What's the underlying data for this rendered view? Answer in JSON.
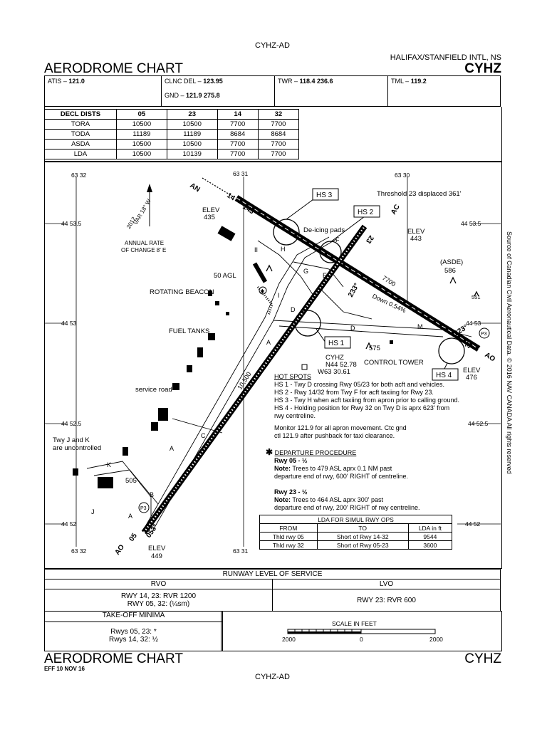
{
  "header": {
    "top_id": "CYHZ-AD",
    "airport_name": "HALIFAX/STANFIELD INTL, NS",
    "chart_title": "AERODROME CHART",
    "icao": "CYHZ"
  },
  "frequencies": {
    "atis_label": "ATIS –",
    "atis": "121.0",
    "clnc_label": "CLNC DEL –",
    "clnc": "123.95",
    "gnd_label": "GND –",
    "gnd": "121.9  275.8",
    "twr_label": "TWR –",
    "twr": "118.4  236.6",
    "tml_label": "TML –",
    "tml": "119.2"
  },
  "declared_distances": {
    "header": [
      "DECL DISTS",
      "05",
      "23",
      "14",
      "32"
    ],
    "rows": [
      [
        "TORA",
        "10500",
        "10500",
        "7700",
        "7700"
      ],
      [
        "TODA",
        "11189",
        "11189",
        "8684",
        "8684"
      ],
      [
        "ASDA",
        "10500",
        "10500",
        "7700",
        "7700"
      ],
      [
        "LDA",
        "10500",
        "10139",
        "7700",
        "7700"
      ]
    ]
  },
  "map": {
    "grid": {
      "lon_top_left": "63 32",
      "lon_top_mid": "63 31",
      "lon_top_right": "63 30",
      "lon_bottom_left": "63 32",
      "lon_bottom_mid": "63 31",
      "lat_1": "44 53.5",
      "lat_2": "44 53",
      "lat_3": "44 52.5",
      "lat_4": "44 52"
    },
    "var_label": "VAR 18° W",
    "var_year": "2012",
    "annual_rate": "ANNUAL RATE",
    "change": "OF CHANGE 8' E",
    "elev_label": "ELEV",
    "elev_nw": "435",
    "elev_ne": "443",
    "elev_e": "476",
    "elev_sw": "449",
    "asde": "(ASDE)",
    "asde_val": "586",
    "obst_551": "551",
    "obst_575": "575",
    "obst_505": "505",
    "agl": "50 AGL",
    "rotating_beacon": "ROTATING BEACON",
    "fuel_tanks": "FUEL TANKS",
    "service_road": "service road",
    "twy_jk_1": "Twy J and K",
    "twy_jk_2": "are uncontrolled",
    "control_tower": "CONTROL TOWER",
    "deicing": "De-icing pads",
    "threshold": "Threshold 23 displaced 361'",
    "hs1": "HS 1",
    "hs2": "HS 2",
    "hs3": "HS 3",
    "hs4": "HS 4",
    "arp_id": "CYHZ",
    "arp_lat": "N44 52.78",
    "arp_lon": "W63 30.61",
    "rwy_14": "14",
    "rwy_32": "32",
    "rwy_05": "05",
    "rwy_23": "23",
    "hdg_143": "143°",
    "hdg_323": "323°",
    "hdg_053": "053°",
    "hdg_233": "233°",
    "len_10500": "10,500",
    "len_7700": "7700",
    "slope": "Down 0.54%",
    "an": "AN",
    "ac": "AC",
    "ao_ne": "AO",
    "ao_sw": "AO",
    "twy_labels": [
      "A",
      "A",
      "A",
      "B",
      "C",
      "D",
      "D",
      "E",
      "F",
      "G",
      "H",
      "I",
      "II",
      "J",
      "K",
      "M"
    ],
    "p3": "P3",
    "hot_spots_title": "HOT SPOTS",
    "hot_spots": [
      "HS 1 - Twy D crossing Rwy 05/23 for both acft and vehicles.",
      "HS 2 - Rwy 14/32 from Twy F for acft taxiing for Rwy 23.",
      "HS 3 - Twy H when acft taxiing from apron prior to calling ground.",
      "HS 4 - Holding position for Rwy 32 on Twy D is aprx 623' from",
      "rwy centreline."
    ],
    "monitor_1": "Monitor 121.9 for all apron movement.  Ctc gnd",
    "monitor_2": "ctl 121.9 after pushback for taxi clearance.",
    "dep_title": "DEPARTURE PROCEDURE",
    "dep_05_title": "Rwy 05 - ½",
    "dep_05_note_label": "Note:",
    "dep_05_note_1": "Trees to 479 ASL aprx 0.1 NM past",
    "dep_05_note_2": "departure end of rwy, 600' RIGHT of centreline.",
    "dep_23_title": "Rwy 23 - ½",
    "dep_23_note_label": "Note:",
    "dep_23_note_1": "Trees to 464 ASL aprx 300' past",
    "dep_23_note_2": "departure end of rwy, 200' RIGHT of rwy centreline.",
    "source": "Source of Canadian Civil Aeronautical Data. © 2016 NAV CANADA All rights reserved"
  },
  "lda_simul": {
    "title": "LDA FOR SIMUL RWY OPS",
    "headers": [
      "FROM",
      "TO",
      "LDA in ft"
    ],
    "rows": [
      [
        "Thld rwy 05",
        "Short of Rwy 14-32",
        "9544"
      ],
      [
        "Thld rwy 32",
        "Short of Rwy 05-23",
        "3600"
      ]
    ]
  },
  "rls": {
    "title": "RUNWAY LEVEL OF SERVICE",
    "rvo": "RVO",
    "lvo": "LVO",
    "rvo_1": "RWY 14, 23: RVR 1200",
    "rvo_2": "RWY 05, 32: (¼sm)",
    "lvo_1": "RWY 23: RVR 600",
    "tkof_title": "TAKE-OFF MINIMA",
    "tkof_1": "Rwys 05, 23: *",
    "tkof_2": "Rwys 14, 32: ½",
    "scale_title": "SCALE IN FEET",
    "scale_left": "2000",
    "scale_mid": "0",
    "scale_right": "2000"
  },
  "footer": {
    "chart_title": "AERODROME CHART",
    "icao": "CYHZ",
    "eff": "EFF 10 NOV 16",
    "bottom_id": "CYHZ-AD"
  }
}
